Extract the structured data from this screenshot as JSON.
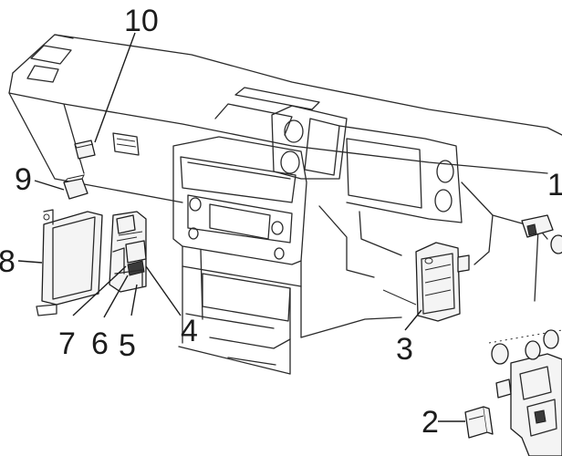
{
  "callouts": [
    {
      "id": "c10",
      "text": "10"
    },
    {
      "id": "c9",
      "text": "9"
    },
    {
      "id": "c8",
      "text": "8"
    },
    {
      "id": "c7",
      "text": "7"
    },
    {
      "id": "c6",
      "text": "6"
    },
    {
      "id": "c5",
      "text": "5"
    },
    {
      "id": "c4",
      "text": "4"
    },
    {
      "id": "c3",
      "text": "3"
    },
    {
      "id": "c2",
      "text": "2"
    },
    {
      "id": "c1",
      "text": "1"
    }
  ]
}
